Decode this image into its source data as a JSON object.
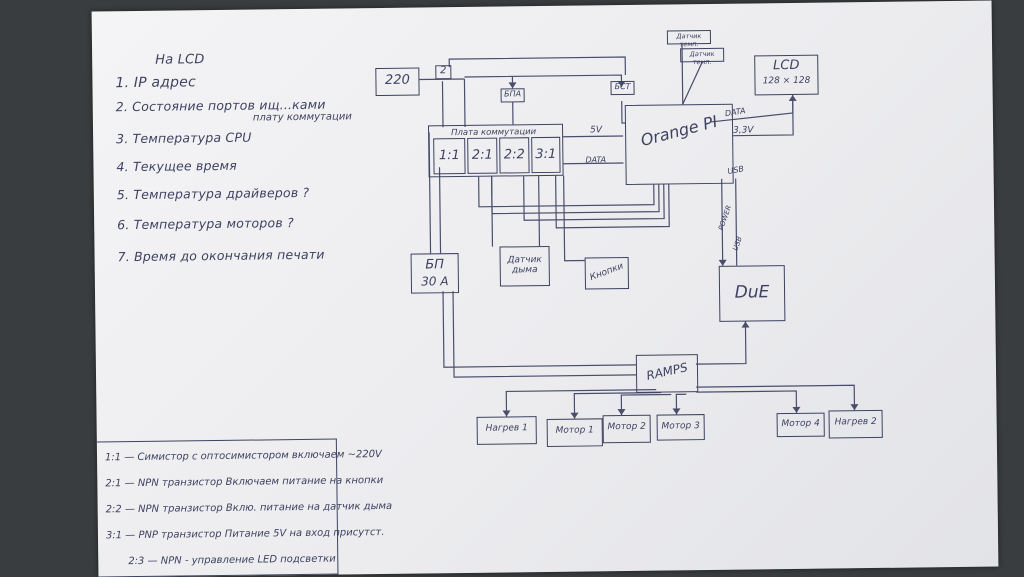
{
  "lcd_list": {
    "heading": "На LCD",
    "items": [
      "1. IP адрес",
      "2. Состояние портов ищ...ками",
      "3. Температура CPU",
      "4. Текущее время",
      "5. Температура драйверов ?",
      "6. Температура моторов ?",
      "7. Время до окончания печати"
    ],
    "item2_line2": "плату коммутации"
  },
  "blocks": {
    "v220": "220",
    "v2": "2",
    "lcd": "LCD",
    "lcd_res": "128 × 128",
    "orange_pi": "Orange PI",
    "due": "DuE",
    "ramps": "RAMPS",
    "psu": "БП",
    "psu_amps": "30 A",
    "smoke_sensor": "Датчик дыма",
    "buttons": "Кнопки",
    "bpa": "БПА",
    "bst": "БСТ",
    "term1": "Датчик темп.",
    "term2": "Датчик темп."
  },
  "relays": [
    "1:1",
    "2:1",
    "2:2",
    "3:1"
  ],
  "relay_caption": "Плата коммутации",
  "wire_labels": {
    "data1": "DATA",
    "v33": "3,3V",
    "data2": "DATA",
    "v5": "5V",
    "usb": "USB",
    "power": "POWER",
    "usb2": "USB"
  },
  "outputs": [
    "Нагрев 1",
    "Мотор 1",
    "Мотор 2",
    "Мотор 3",
    "Мотор 4",
    "Нагрев 2"
  ],
  "legend": [
    "1:1 — Симистор с оптосимистором включаем ~220V",
    "2:1 — NPN транзистор Включаем питание на кнопки",
    "2:2 — NPN транзистор Вклю. питание на датчик дыма",
    "3:1 — PNP транзистор Питание 5V на вход присутст.",
    "2:3 — NPN - управление LED подсветки"
  ],
  "colors": {
    "ink": "#3e4260",
    "paper": "#efeff2",
    "background": "#3a3d3f"
  }
}
